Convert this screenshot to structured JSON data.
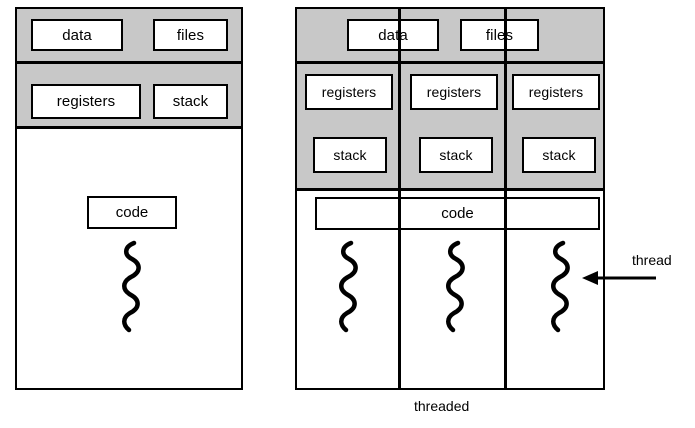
{
  "figure": {
    "title_bottom": "threaded",
    "annotation": "thread",
    "gray_color": "#c8c8c8",
    "line_color": "#000000",
    "background": "#ffffff"
  },
  "single_process": {
    "shared_row": [
      {
        "label": "data"
      },
      {
        "label": "files"
      }
    ],
    "per_thread_row": [
      {
        "label": "registers"
      },
      {
        "label": "stack"
      }
    ],
    "code_label": "code",
    "thread_count": 1
  },
  "multi_thread_process": {
    "shared_row": [
      {
        "label": "data"
      },
      {
        "label": "files"
      }
    ],
    "columns": [
      {
        "registers": "registers",
        "stack": "stack"
      },
      {
        "registers": "registers",
        "stack": "stack"
      },
      {
        "registers": "registers",
        "stack": "stack"
      }
    ],
    "code_label": "code",
    "thread_count": 3,
    "annotation_label": "thread"
  }
}
